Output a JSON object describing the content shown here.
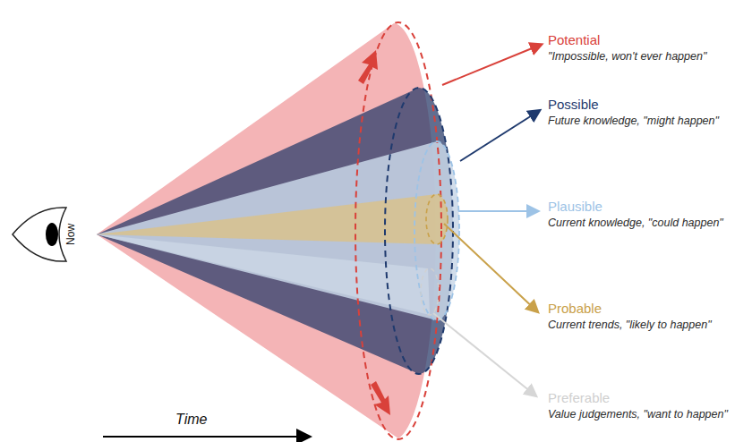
{
  "diagram": {
    "labels": [
      "Now",
      "Potential",
      "\"Impossible, won't ever happen\"",
      "Possible",
      "Future knowledge, \"might happen\"",
      "Plausible",
      "Current knowledge, \"could happen\"",
      "Probable",
      "Current trends, \"likely to happen\"",
      "Preferable",
      "Value judgements, \"want to happen\"",
      "Time"
    ]
  }
}
